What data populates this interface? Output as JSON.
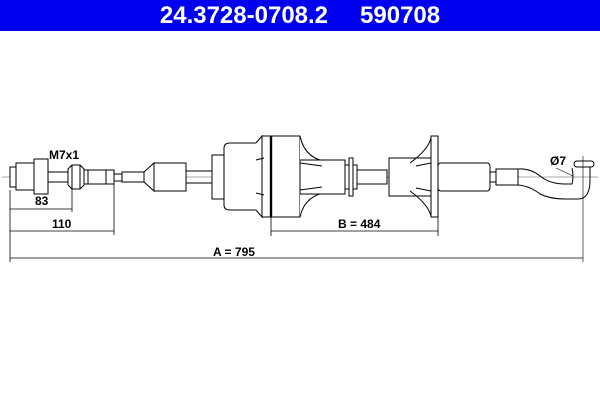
{
  "header": {
    "part_number": "24.3728-0708.2",
    "ref_number": "590708",
    "background": "#0000ee"
  },
  "drawing": {
    "thread_label": "M7x1",
    "diameter_label": "Ø7",
    "dim_83": "83",
    "dim_110": "110",
    "dim_b": "B = 484",
    "dim_a": "A = 795"
  }
}
